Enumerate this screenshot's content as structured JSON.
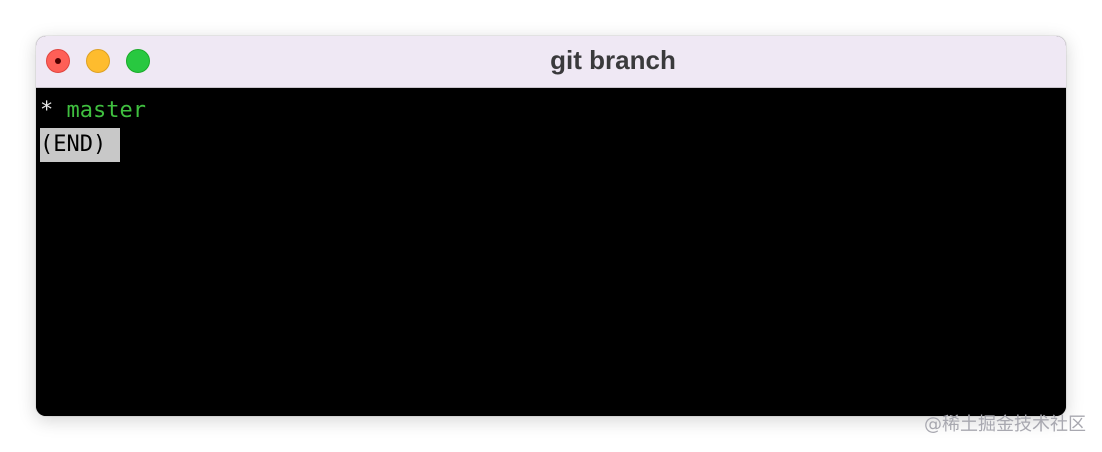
{
  "window": {
    "title": "git branch",
    "controls": {
      "close": "close-icon",
      "minimize": "minimize-icon",
      "zoom": "zoom-icon"
    }
  },
  "terminal": {
    "lines": [
      {
        "marker": "*",
        "branch": "master"
      }
    ],
    "pager_end": "(END)"
  },
  "colors": {
    "branch": "#3fbf3f",
    "background": "#000000",
    "titlebar": "#efe8f4"
  },
  "watermark": "@稀土掘金技术社区"
}
